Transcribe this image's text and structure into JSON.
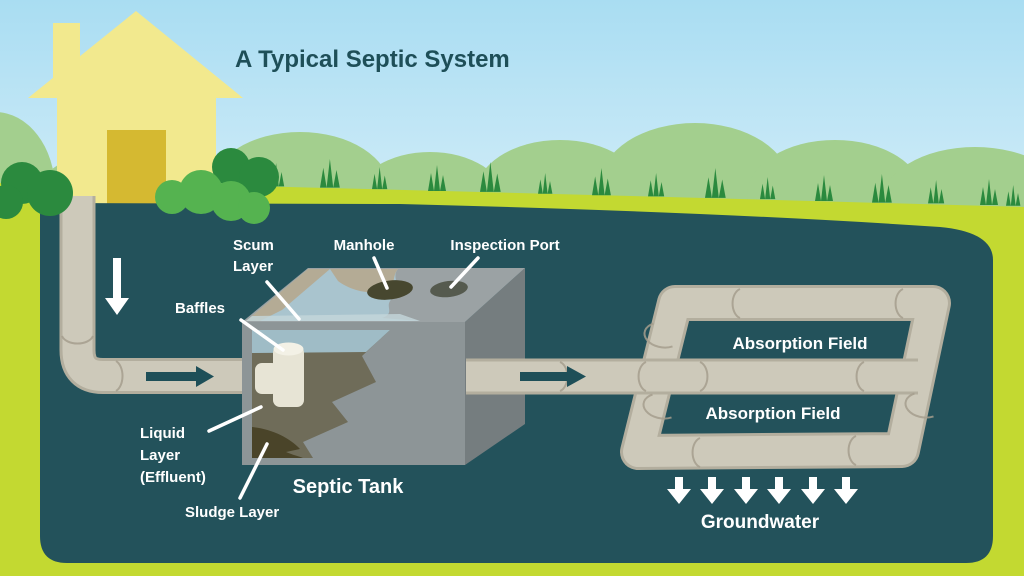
{
  "title": "A Typical Septic System",
  "labels": {
    "scum_line1": "Scum",
    "scum_line2": "Layer",
    "manhole": "Manhole",
    "inspection_port": "Inspection Port",
    "baffles": "Baffles",
    "liquid_line1": "Liquid",
    "liquid_line2": "Layer",
    "liquid_line3": "(Effluent)",
    "sludge": "Sludge Layer",
    "septic_tank": "Septic Tank",
    "absorption_field": "Absorption Field",
    "groundwater": "Groundwater"
  },
  "colors": {
    "sky_top": "#a9ddf2",
    "sky_bottom": "#ddf1fa",
    "grass": "#c3d931",
    "soil": "#23525b",
    "bush_light": "#a3cf8e",
    "bush_dark": "#2b8a3e",
    "bush_mid": "#55b350",
    "house": "#f2e98e",
    "door": "#d5b931",
    "pipe": "#cdc9ba",
    "pipe_outline": "#b3ae9e",
    "tank_top": "#9ba2a4",
    "tank_front": "#8d9597",
    "tank_side": "#757d7f",
    "water": "#a9c4ce",
    "scum": "#b4ab95",
    "liquid": "#6f6c59",
    "sludge_layer": "#4a4429",
    "baffle": "#e7e4d5",
    "manhole_hole": "#47472f",
    "inspection_hole": "#555a4e",
    "text_dark": "#1e4f58",
    "text_light": "#ffffff"
  }
}
